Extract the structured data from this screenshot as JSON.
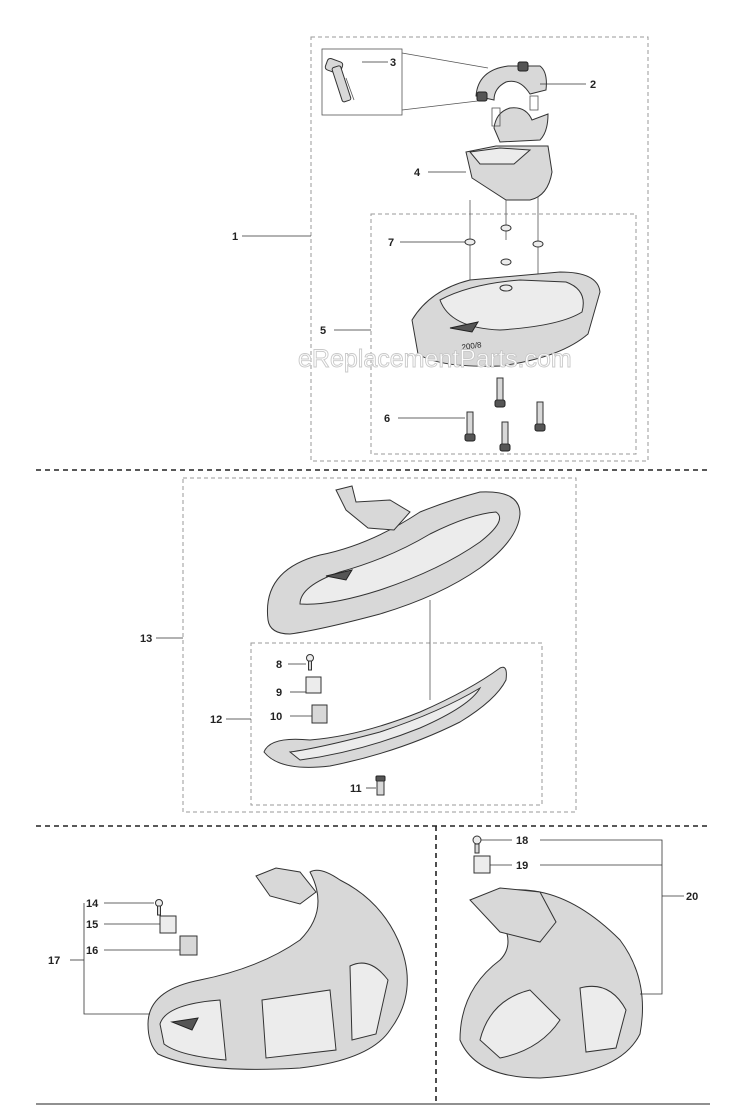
{
  "watermark": "eReplacementParts.com",
  "callouts": {
    "c1": "1",
    "c2": "2",
    "c3": "3",
    "c4": "4",
    "c5": "5",
    "c6": "6",
    "c7": "7",
    "c8": "8",
    "c9": "9",
    "c10": "10",
    "c11": "11",
    "c12": "12",
    "c13": "13",
    "c14": "14",
    "c15": "15",
    "c16": "16",
    "c17": "17",
    "c18": "18",
    "c19": "19",
    "c20": "20"
  },
  "guard_marking": "200/8"
}
